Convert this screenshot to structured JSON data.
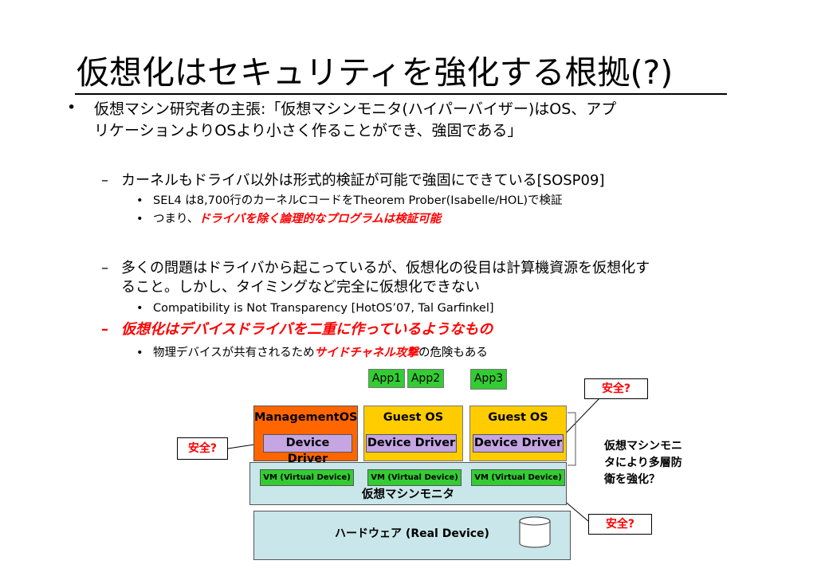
{
  "slide": {
    "title": "仮想化はセキュリティを強化する根拠(?)",
    "bullet1": {
      "mark": "•",
      "line1": "仮想マシン研究者の主張:「仮想マシンモニタ(ハイパーバイザー)はOS、アプ",
      "line2": "リケーションよりOSより小さく作ることができ、強固である」"
    },
    "sub1": {
      "mark": "–",
      "text": "カーネルもドライバ以外は形式的検証が可能で強固にできている[SOSP09]",
      "items": [
        {
          "mark": "•",
          "text": "SEL4 は8,700行のカーネルCコードをTheorem Prober(Isabelle/HOL)で検証"
        },
        {
          "mark": "•",
          "prefix": "つまり、",
          "highlight": "ドライバを除く論理的なプログラムは検証可能"
        }
      ]
    },
    "sub2": {
      "mark": "–",
      "line1": "多くの問題はドライバから起こっているが、仮想化の役目は計算機資源を仮想化す",
      "line2": "ること。しかし、タイミングなど完全に仮想化できない",
      "items": [
        {
          "mark": "•",
          "text": "Compatibility is Not Transparency [HotOS’07, Tal Garfinkel]"
        }
      ]
    },
    "sub3": {
      "mark": "–",
      "text": "仮想化はデバイスドライバを二重に作っているようなもの",
      "item": {
        "mark": "•",
        "prefix": "物理デバイスが共有されるため",
        "highlight": "サイドチャネル攻撃",
        "suffix": "の危険もある"
      }
    }
  },
  "diagram": {
    "apps": [
      "App1",
      "App2",
      "App3"
    ],
    "os": [
      "ManagementOS",
      "Guest OS",
      "Guest OS"
    ],
    "driver_label": "Device Driver",
    "vm_label": "VM (Virtual Device)",
    "vmm_label": "仮想マシンモニタ",
    "hardware_label": "ハードウェア (Real Device)",
    "callout_label": "安全?",
    "note_lines": [
      "仮想マシンモニ",
      "タにより多層防",
      "衛を強化？"
    ],
    "colors": {
      "app": "#33cc33",
      "management_os": "#ff6600",
      "guest_os": "#ffcc00",
      "driver": "#c6a5e3",
      "vmm": "#c9e6ea",
      "callout_text": "#ff0000"
    }
  }
}
